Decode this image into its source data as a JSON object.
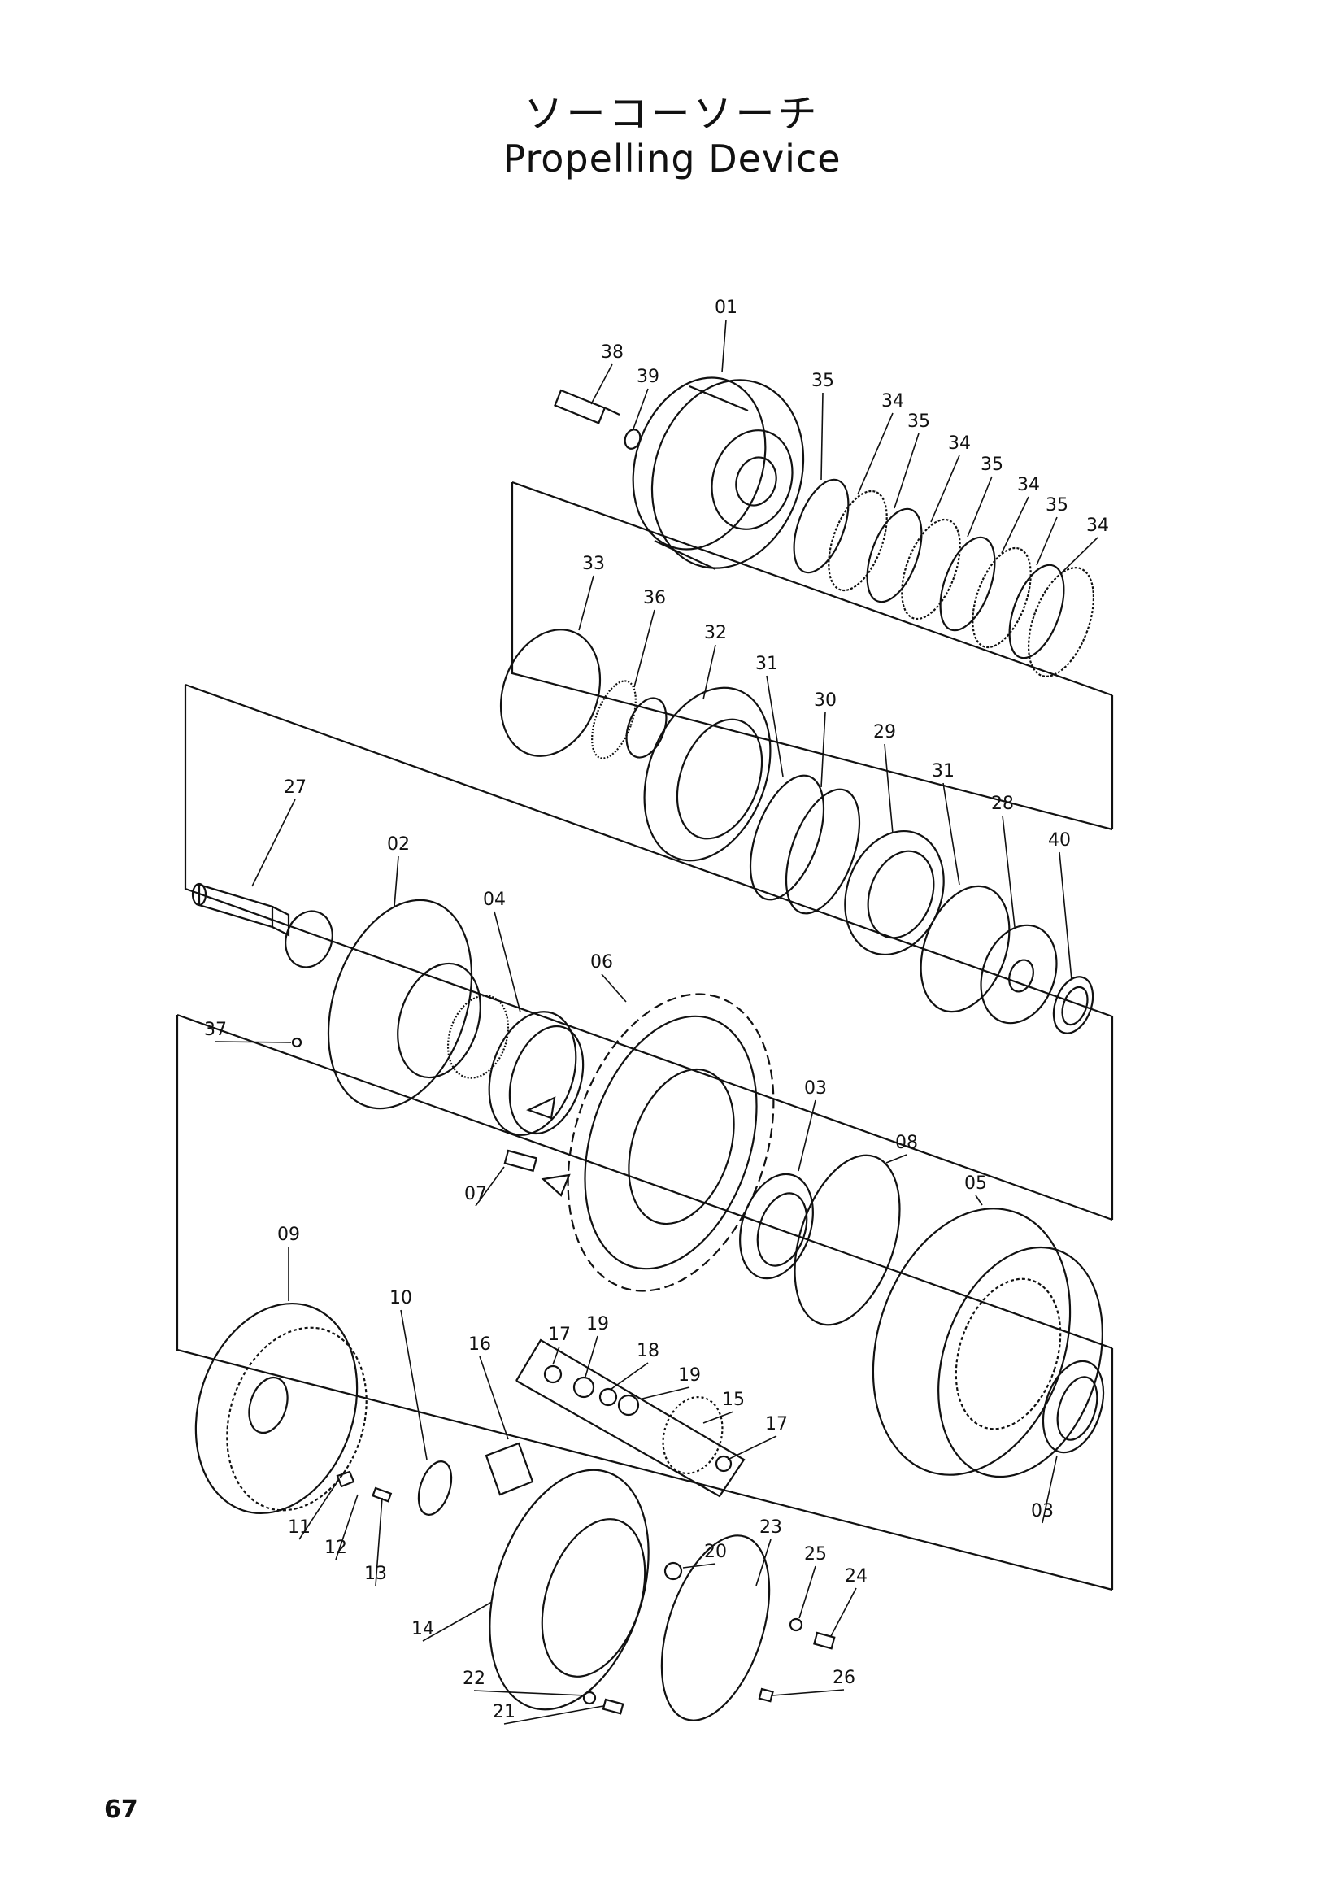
{
  "title_japanese": "ソーコーソーチ",
  "title_english": "Propelling Device",
  "page_number": "67",
  "line_color": "#111111",
  "parts": [
    {
      "label": "01"
    },
    {
      "label": "38"
    },
    {
      "label": "39"
    },
    {
      "label": "35"
    },
    {
      "label": "34"
    },
    {
      "label": "35"
    },
    {
      "label": "34"
    },
    {
      "label": "35"
    },
    {
      "label": "34"
    },
    {
      "label": "35"
    },
    {
      "label": "34"
    },
    {
      "label": "33"
    },
    {
      "label": "36"
    },
    {
      "label": "32"
    },
    {
      "label": "31"
    },
    {
      "label": "30"
    },
    {
      "label": "29"
    },
    {
      "label": "31"
    },
    {
      "label": "28"
    },
    {
      "label": "40"
    },
    {
      "label": "27"
    },
    {
      "label": "02"
    },
    {
      "label": "04"
    },
    {
      "label": "06"
    },
    {
      "label": "37"
    },
    {
      "label": "03"
    },
    {
      "label": "08"
    },
    {
      "label": "05"
    },
    {
      "label": "07"
    },
    {
      "label": "09"
    },
    {
      "label": "10"
    },
    {
      "label": "16"
    },
    {
      "label": "17"
    },
    {
      "label": "19"
    },
    {
      "label": "18"
    },
    {
      "label": "19"
    },
    {
      "label": "15"
    },
    {
      "label": "17"
    },
    {
      "label": "11"
    },
    {
      "label": "12"
    },
    {
      "label": "13"
    },
    {
      "label": "20"
    },
    {
      "label": "23"
    },
    {
      "label": "25"
    },
    {
      "label": "24"
    },
    {
      "label": "03"
    },
    {
      "label": "14"
    },
    {
      "label": "22"
    },
    {
      "label": "26"
    },
    {
      "label": "21"
    }
  ]
}
